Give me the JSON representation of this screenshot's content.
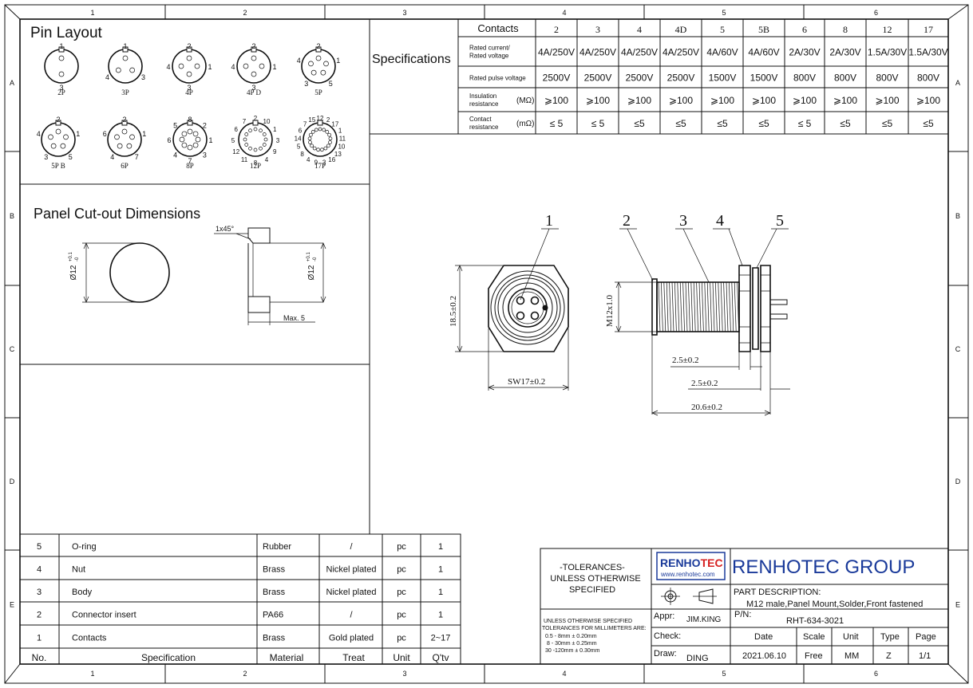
{
  "frame": {
    "col_numbers": [
      "1",
      "2",
      "3",
      "4",
      "5",
      "6"
    ],
    "row_letters": [
      "A",
      "B",
      "C",
      "D",
      "E"
    ]
  },
  "pin_layout": {
    "title": "Pin Layout",
    "items": [
      {
        "label": "2P",
        "pins": [
          "1",
          "3"
        ]
      },
      {
        "label": "3P",
        "pins": [
          "1",
          "3",
          "4"
        ]
      },
      {
        "label": "4P",
        "pins": [
          "2",
          "1",
          "3",
          "4"
        ]
      },
      {
        "label": "4P D",
        "pins": [
          "2",
          "1",
          "3",
          "4"
        ]
      },
      {
        "label": "5P",
        "pins": [
          "2",
          "1",
          "5",
          "3",
          "4"
        ]
      },
      {
        "label": "5P B",
        "pins": [
          "2",
          "1",
          "5",
          "3",
          "4"
        ]
      },
      {
        "label": "6P",
        "pins": [
          "2",
          "1",
          "7",
          "4",
          "6"
        ]
      },
      {
        "label": "8P",
        "pins": [
          "8",
          "2",
          "1",
          "3",
          "7",
          "4",
          "6",
          "5"
        ]
      },
      {
        "label": "12P",
        "pins": [
          "2",
          "10",
          "1",
          "3",
          "9",
          "4",
          "8",
          "11",
          "12",
          "5",
          "6",
          "7"
        ]
      },
      {
        "label": "17P",
        "pins": [
          "12",
          "2",
          "17",
          "1",
          "11",
          "10",
          "13",
          "16",
          "3",
          "9",
          "4",
          "8",
          "5",
          "14",
          "6",
          "7",
          "15"
        ]
      }
    ]
  },
  "panel": {
    "title": "Panel Cut-out Dimensions",
    "dia_label": "Ø12",
    "tol_upper": "+0.1",
    "tol_lower": "-0",
    "chamfer": "1x45°",
    "max": "Max. 5"
  },
  "specs": {
    "title": "Specifications",
    "header_label": "Contacts",
    "contacts": [
      "2",
      "3",
      "4",
      "4D",
      "5",
      "5B",
      "6",
      "8",
      "12",
      "17"
    ],
    "rows": [
      {
        "label": "Rated current/\nRated voltage",
        "unit": "",
        "values": [
          "4A/250V",
          "4A/250V",
          "4A/250V",
          "4A/250V",
          "4A/60V",
          "4A/60V",
          "2A/30V",
          "2A/30V",
          "1.5A/30V",
          "1.5A/30V"
        ]
      },
      {
        "label": "Rated pulse voltage",
        "unit": "",
        "values": [
          "2500V",
          "2500V",
          "2500V",
          "2500V",
          "1500V",
          "1500V",
          "800V",
          "800V",
          "800V",
          "800V"
        ]
      },
      {
        "label": "Insulation\nresistance",
        "unit": "(MΩ)",
        "values": [
          "⩾100",
          "⩾100",
          "⩾100",
          "⩾100",
          "⩾100",
          "⩾100",
          "⩾100",
          "⩾100",
          "⩾100",
          "⩾100"
        ]
      },
      {
        "label": "Contact\nresistance",
        "unit": "(mΩ)",
        "values": [
          "≤ 5",
          "≤ 5",
          "≤5",
          "≤5",
          "≤5",
          "≤5",
          "≤ 5",
          "≤5",
          "≤5",
          "≤5"
        ]
      }
    ]
  },
  "drawing": {
    "callouts": [
      "1",
      "2",
      "3",
      "4",
      "5"
    ],
    "height": "18.5±0.2",
    "sw": "SW17±0.2",
    "thread": "M12x1.0",
    "dim_a": "2.5±0.2",
    "dim_b": "2.5±0.2",
    "length": "20.6±0.2"
  },
  "bom": {
    "headers": [
      "No.",
      "Specification",
      "Material",
      "Treat",
      "Unit",
      "Q'tv"
    ],
    "rows": [
      {
        "no": "5",
        "spec": "O-ring",
        "material": "Rubber",
        "treat": "/",
        "unit": "pc",
        "qty": "1"
      },
      {
        "no": "4",
        "spec": "Nut",
        "material": "Brass",
        "treat": "Nickel plated",
        "unit": "pc",
        "qty": "1"
      },
      {
        "no": "3",
        "spec": "Body",
        "material": "Brass",
        "treat": "Nickel plated",
        "unit": "pc",
        "qty": "1"
      },
      {
        "no": "2",
        "spec": "Connector insert",
        "material": "PA66",
        "treat": "/",
        "unit": "pc",
        "qty": "1"
      },
      {
        "no": "1",
        "spec": "Contacts",
        "material": "Brass",
        "treat": "Gold plated",
        "unit": "pc",
        "qty": "2~17"
      }
    ]
  },
  "tolerances": {
    "heading1": "-TOLERANCES-",
    "heading2": "UNLESS OTHERWISE",
    "heading3": "SPECIFIED",
    "note1": "UNLESS OTHERWISE SPECIFIED",
    "note2": "TOLERANCES FOR MILLIMETERS ARE:",
    "r1": "0.5 - 8mm ± 0.20mm",
    "r2": "8 - 30mm ± 0.25mm",
    "r3": "30 -120mm ± 0.30mm"
  },
  "title_block": {
    "logo_a": "RENHO",
    "logo_b": "TEC",
    "logo_url": "www.renhotec.com",
    "company": "RENHOTEC GROUP",
    "desc_label": "PART DESCRIPTION:",
    "desc": "M12 male,Panel Mount,Solder,Front fastened",
    "appr_label": "Appr:",
    "appr": "JIM.KING",
    "pn_label": "P/N:",
    "pn": "RHT-634-3021",
    "check_label": "Check:",
    "draw_label": "Draw:",
    "draw": "DING",
    "date_label": "Date",
    "date": "2021.06.10",
    "scale_label": "Scale",
    "scale": "Free",
    "unit_label": "Unit",
    "unit": "MM",
    "type_label": "Type",
    "type": "Z",
    "page_label": "Page",
    "page": "1/1"
  }
}
